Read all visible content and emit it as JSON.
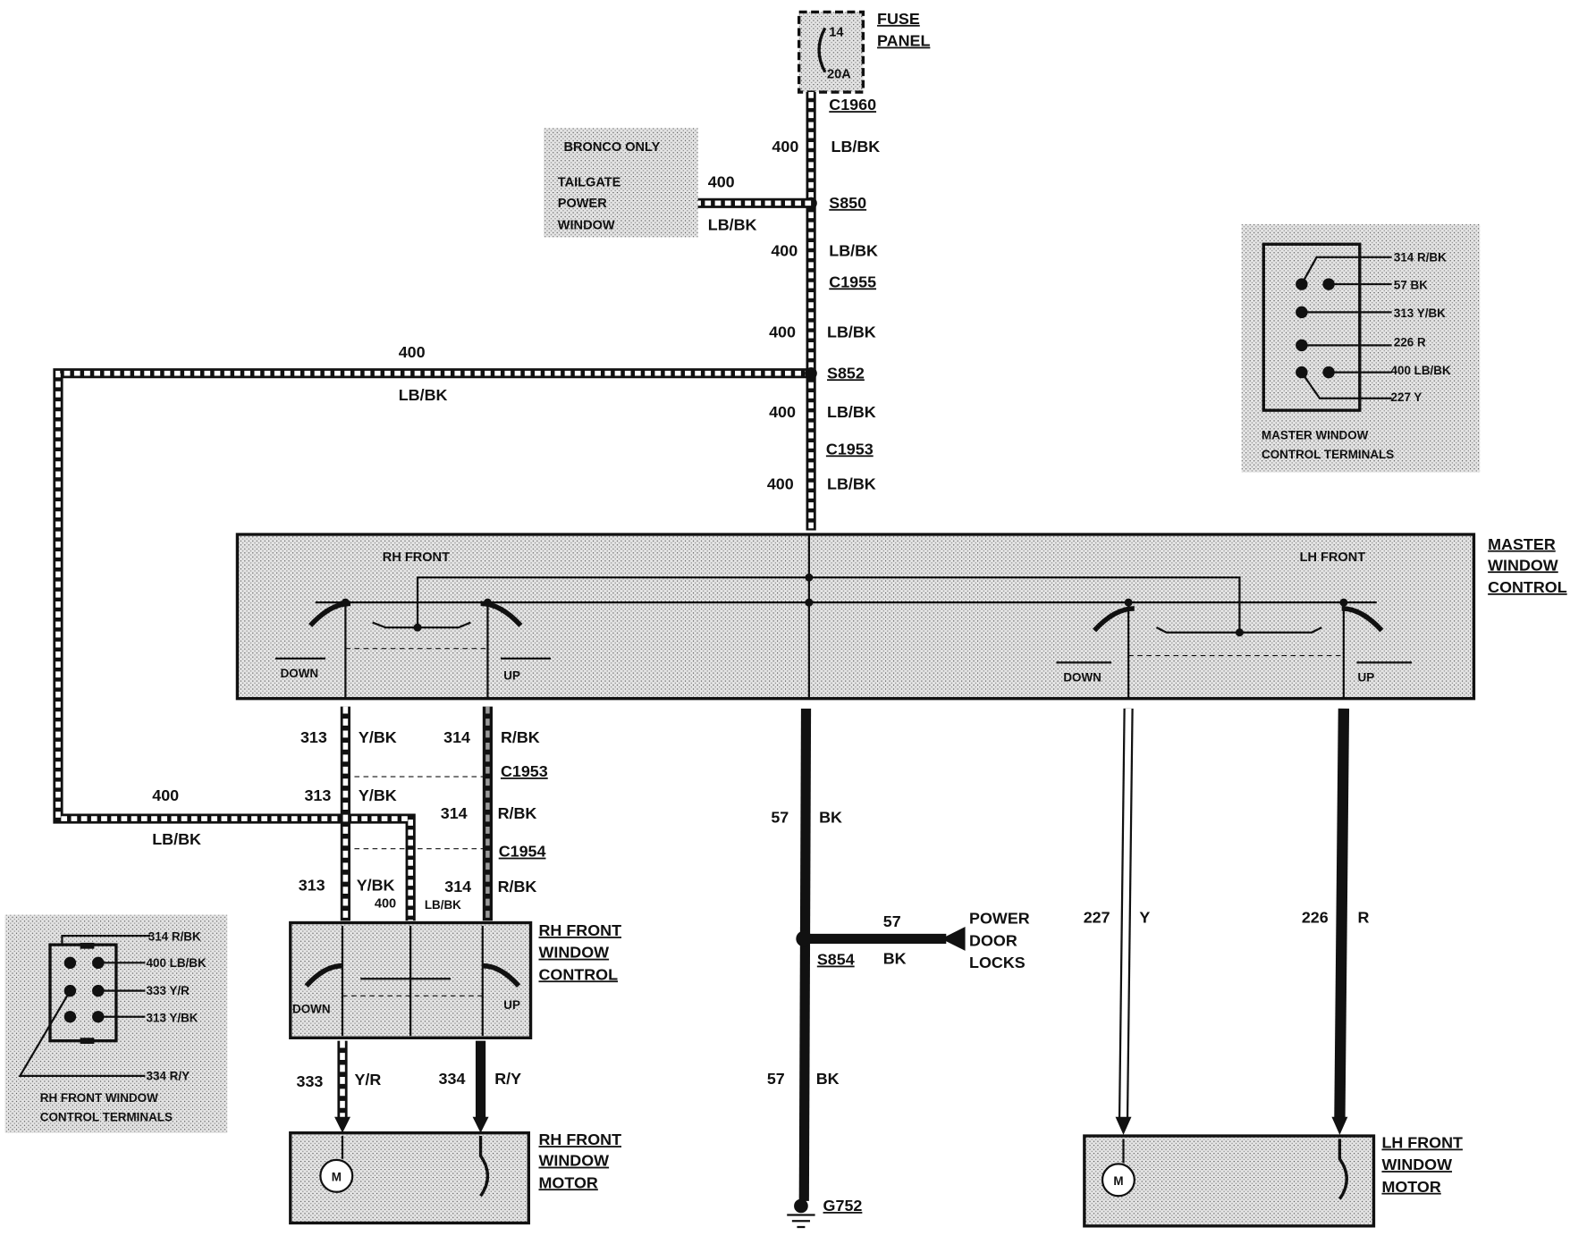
{
  "fuse": {
    "number": "14",
    "rating": "20A",
    "label1": "FUSE",
    "label2": "PANEL"
  },
  "connectors": {
    "c1960": "C1960",
    "s850": "S850",
    "c1955": "C1955",
    "s852": "S852",
    "c1953_top": "C1953",
    "c1953_low": "C1953",
    "c1954": "C1954",
    "s854": "S854",
    "g752": "G752"
  },
  "feed": {
    "circuit": "400",
    "color": "LB/BK"
  },
  "bronco": {
    "title": "BRONCO ONLY",
    "l1": "TAILGATE",
    "l2": "POWER",
    "l3": "WINDOW",
    "circuit": "400",
    "color": "LB/BK"
  },
  "master": {
    "l1": "MASTER",
    "l2": "WINDOW",
    "l3": "CONTROL",
    "rh": "RH FRONT",
    "lh": "LH FRONT",
    "down": "DOWN",
    "up": "UP"
  },
  "wires": {
    "w313": {
      "circuit": "313",
      "color": "Y/BK"
    },
    "w314": {
      "circuit": "314",
      "color": "R/BK"
    },
    "w400": {
      "circuit": "400",
      "color": "LB/BK"
    },
    "w57": {
      "circuit": "57",
      "color": "BK"
    },
    "w227": {
      "circuit": "227",
      "color": "Y"
    },
    "w226": {
      "circuit": "226",
      "color": "R"
    },
    "w333": {
      "circuit": "333",
      "color": "Y/R"
    },
    "w334": {
      "circuit": "334",
      "color": "R/Y"
    }
  },
  "rh_control": {
    "l1": "RH FRONT",
    "l2": "WINDOW",
    "l3": "CONTROL",
    "down": "DOWN",
    "up": "UP"
  },
  "rh_motor": {
    "l1": "RH FRONT",
    "l2": "WINDOW",
    "l3": "MOTOR",
    "m": "M"
  },
  "lh_motor": {
    "l1": "LH FRONT",
    "l2": "WINDOW",
    "l3": "MOTOR",
    "m": "M"
  },
  "door_locks": {
    "l1": "POWER",
    "l2": "DOOR",
    "l3": "LOCKS"
  },
  "master_terminals": {
    "pins": [
      "314 R/BK",
      "57 BK",
      "313 Y/BK",
      "226 R",
      "400 LB/BK",
      "227 Y"
    ],
    "t1": "MASTER WINDOW",
    "t2": "CONTROL TERMINALS"
  },
  "rh_terminals": {
    "pins": [
      "314 R/BK",
      "400 LB/BK",
      "333 Y/R",
      "313 Y/BK",
      "334 R/Y"
    ],
    "t1": "RH FRONT WINDOW",
    "t2": "CONTROL TERMINALS"
  }
}
